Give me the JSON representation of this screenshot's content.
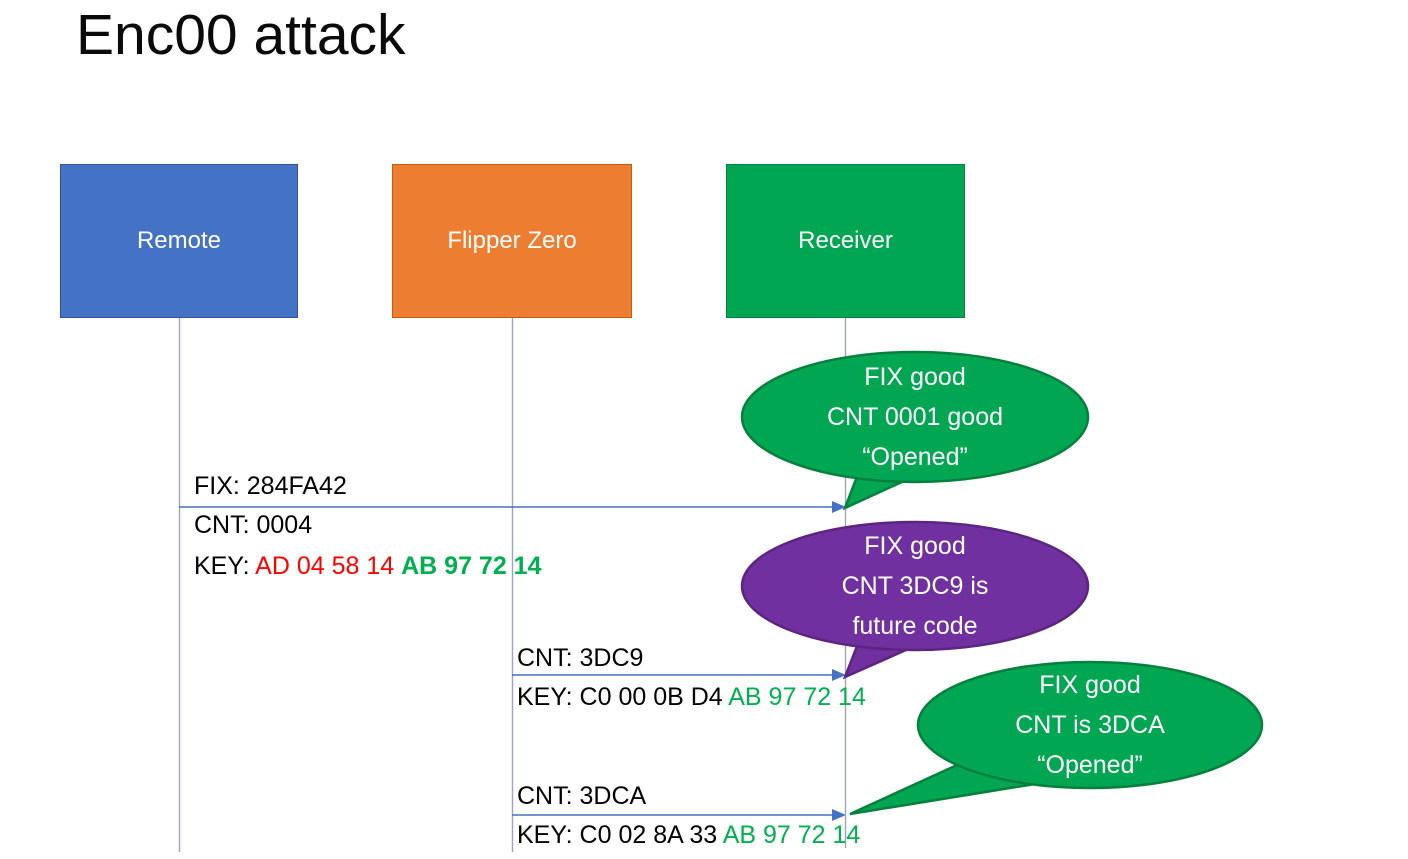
{
  "title": "Enc00 attack",
  "actors": [
    {
      "name": "Remote",
      "fill": "#4472C4"
    },
    {
      "name": "Flipper Zero",
      "fill": "#ED7D31"
    },
    {
      "name": "Receiver",
      "fill": "#00A651"
    }
  ],
  "messages": [
    {
      "from": "Remote",
      "to": "Receiver",
      "fix": "FIX: 284FA42",
      "cnt": "CNT: 0004",
      "key_prefix": "KEY: ",
      "key_red": "AD 04 58 14 ",
      "key_green": "AB 97 72 14"
    },
    {
      "from": "Flipper Zero",
      "to": "Receiver",
      "cnt": "CNT: 3DC9",
      "key_prefix": "KEY: C0 00 0B D4 ",
      "key_green": "AB 97 72 14"
    },
    {
      "from": "Flipper Zero",
      "to": "Receiver",
      "cnt": "CNT: 3DCA",
      "key_prefix": "KEY: C0 02 8A 33 ",
      "key_green": "AB 97 72 14"
    }
  ],
  "callouts": [
    {
      "lines": [
        "FIX good",
        "CNT 0001 good",
        "“Opened”"
      ],
      "fill": "#00A651",
      "stroke": "#077F3F"
    },
    {
      "lines": [
        "FIX good",
        "CNT 3DC9 is",
        "future code"
      ],
      "fill": "#7030A0",
      "stroke": "#5B2580"
    },
    {
      "lines": [
        "FIX good",
        "CNT is 3DCA",
        "“Opened”"
      ],
      "fill": "#00A651",
      "stroke": "#077F3F"
    }
  ],
  "colors": {
    "red_bytes": "#FF0000",
    "green_bytes": "#00B050",
    "connector": "#4472C4",
    "lifeline": "#9BA7B9",
    "callout_green": "#00A651",
    "callout_purple": "#7030A0"
  }
}
